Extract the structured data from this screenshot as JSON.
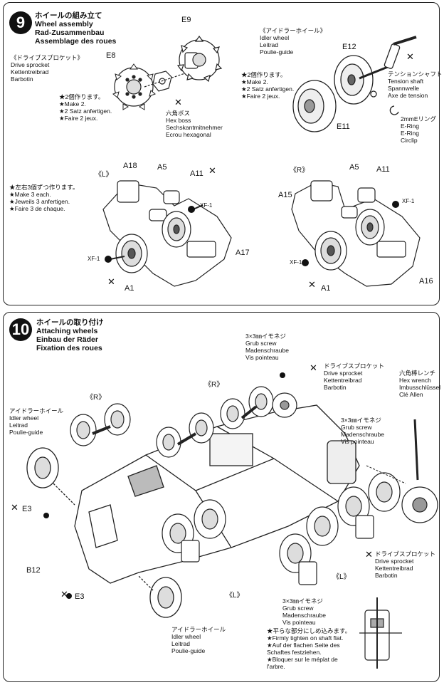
{
  "step9": {
    "number": "9",
    "title": [
      "ホイールの組み立て",
      "Wheel assembly",
      "Rad-Zusammenbau",
      "Assemblage des roues"
    ],
    "sprocket": [
      "《ドライブスプロケット》",
      "Drive sprocket",
      "Kettentreibrad",
      "Barbotin"
    ],
    "make2_left": [
      "★2個作ります。",
      "★Make 2.",
      "★2 Satz anfertigen.",
      "★Faire 2 jeux."
    ],
    "hexboss": [
      "六角ボス",
      "Hex boss",
      "Sechskantmitnehmer",
      "Ecrou hexagonal"
    ],
    "idler": [
      "《アイドラーホイール》",
      "Idler wheel",
      "Leitrad",
      "Poulie-guide"
    ],
    "make2_right": [
      "★2個作ります。",
      "★Make 2.",
      "★2 Satz anfertigen.",
      "★Faire 2 jeux."
    ],
    "tension": [
      "テンションシャフト",
      "Tension shaft",
      "Spannwelle",
      "Axe de tension"
    ],
    "ering": [
      "2mmEリング",
      "E-Ring",
      "E-Ring",
      "Circlip"
    ],
    "make3": [
      "★左右3個ずつ作ります。",
      "★Make 3 each.",
      "★Jeweils 3 anfertigen.",
      "★Faire 3 de chaque."
    ],
    "side_l": "《L》",
    "side_r": "《R》",
    "parts": {
      "e8": "E8",
      "e9": "E9",
      "e12": "E12",
      "e11": "E11",
      "a18": "A18",
      "a5_l": "A5",
      "a11_l": "A11",
      "xf1_a": "XF-1",
      "xf1_b": "XF-1",
      "a17": "A17",
      "a1_l": "A1",
      "a5_r": "A5",
      "a11_r": "A11",
      "a15": "A15",
      "xf1_c": "XF-1",
      "xf1_d": "XF-1",
      "a16": "A16",
      "a1_r": "A1"
    }
  },
  "step10": {
    "number": "10",
    "title": [
      "ホイールの取り付け",
      "Attaching wheels",
      "Einbau der Räder",
      "Fixation des roues"
    ],
    "grub_top": [
      "3×3㎜イモネジ",
      "Grub screw",
      "Madenschraube",
      "Vis pointeau"
    ],
    "sprocket_top": [
      "ドライブスプロケット",
      "Drive sprocket",
      "Kettentreibrad",
      "Barbotin"
    ],
    "hexwrench": [
      "六角棒レンチ",
      "Hex wrench",
      "Imbusschlüssel",
      "Clé Allen"
    ],
    "grub_mid": [
      "3×3㎜イモネジ",
      "Grub screw",
      "Madenschraube",
      "Vis pointeau"
    ],
    "idler_left": [
      "アイドラーホイール",
      "Idler wheel",
      "Leitrad",
      "Poulie-guide"
    ],
    "sprocket_right": [
      "ドライブスプロケット",
      "Drive sprocket",
      "Kettentreibrad",
      "Barbotin"
    ],
    "idler_bottom": [
      "アイドラーホイール",
      "Idler wheel",
      "Leitrad",
      "Poulie-guide"
    ],
    "grub_bottom": [
      "3×3㎜イモネジ",
      "Grub screw",
      "Madenschraube",
      "Vis pointeau"
    ],
    "flat_note": [
      "★平らな部分にしめ込みます。",
      "★Firmly tighten on shaft flat.",
      "★Auf der flachen Seite des",
      "Schaftes festziehen.",
      "★Bloquer sur le méplat de",
      "l'arbre."
    ],
    "side_r1": "《R》",
    "side_r2": "《R》",
    "side_l1": "《L》",
    "side_l2": "《L》",
    "parts": {
      "e3_a": "E3",
      "b12": "B12",
      "e3_b": "E3"
    }
  }
}
